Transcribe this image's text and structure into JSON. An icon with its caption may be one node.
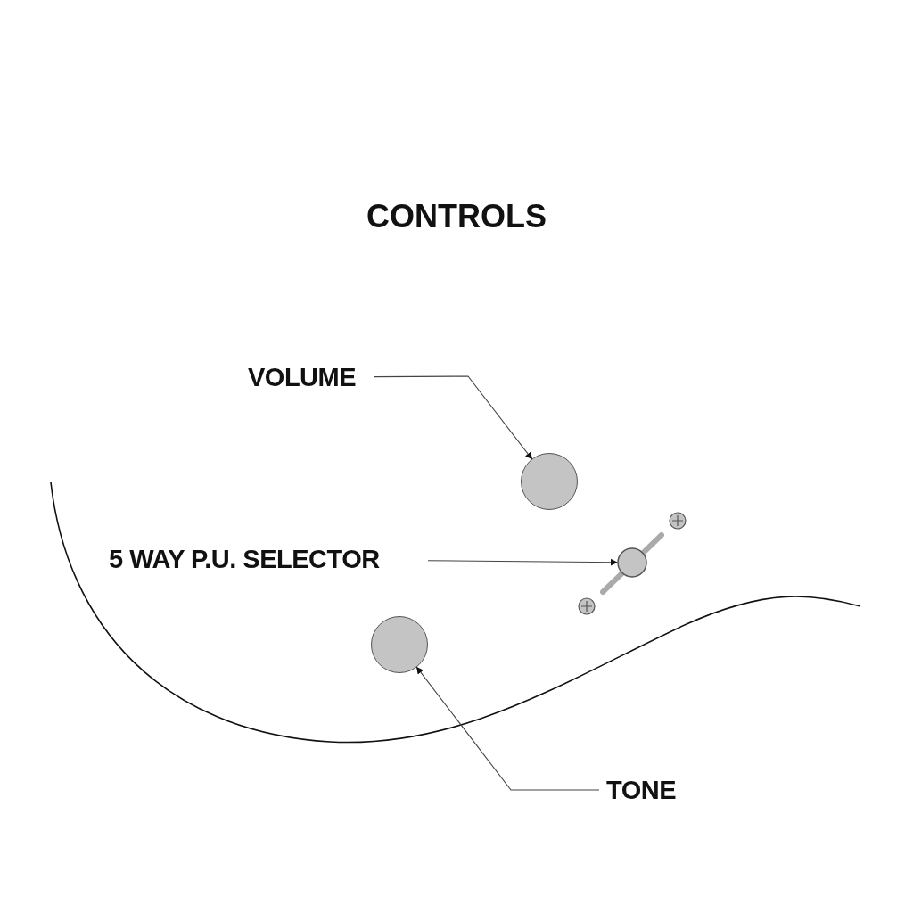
{
  "diagram": {
    "title": "CONTROLS",
    "nodes": [
      {
        "text": [
          "VOLUME"
        ]
      },
      {
        "text": [],
        "shape": "circle"
      },
      {
        "text": [
          "5 WAY P.U. SELECTOR"
        ]
      },
      {
        "text": [],
        "shape": "picture"
      },
      {
        "text": [],
        "shape": "circle"
      },
      {
        "text": [
          "TONE"
        ]
      }
    ],
    "edges": [
      {
        "from": 0,
        "to": 1,
        "arrow": "to"
      },
      {
        "from": 2,
        "to": 3,
        "arrow": "to"
      },
      {
        "from": 5,
        "to": 4,
        "arrow": "to"
      }
    ]
  }
}
